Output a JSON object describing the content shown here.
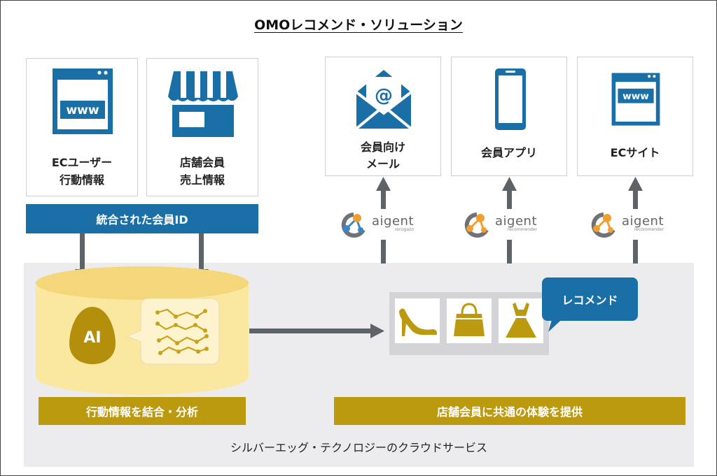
{
  "title": "OMOレコメンド・ソリューション",
  "sources": [
    {
      "line1": "ECユーザー",
      "line2": "行動情報",
      "icon": "www-browser-icon"
    },
    {
      "line1": "店舗会員",
      "line2": "売上情報",
      "icon": "storefront-icon"
    }
  ],
  "channels": [
    {
      "line1": "会員向け",
      "line2": "メール",
      "icon": "email-icon",
      "brand": "aigent",
      "brand_sub": "recogazo"
    },
    {
      "line1": "会員アプリ",
      "line2": "",
      "icon": "smartphone-icon",
      "brand": "aigent",
      "brand_sub": "recommender"
    },
    {
      "line1": "ECサイト",
      "line2": "",
      "icon": "www-browser-icon",
      "brand": "aigent",
      "brand_sub": "recommender"
    }
  ],
  "integrated_id": "統合された会員ID",
  "ai_label": "AI",
  "analysis_label": "行動情報を結合・分析",
  "experience_label": "店舗会員に共通の体験を提供",
  "recommend_label": "レコメンド",
  "cloud_label": "シルバーエッグ・テクノロジーのクラウドサービス",
  "products": [
    "high-heel-icon",
    "handbag-icon",
    "dress-icon"
  ],
  "colors": {
    "blue": "#1a6fa6",
    "gold": "#bb9a10",
    "db": "#fbe8a0",
    "arrow": "#5e6367",
    "orange": "#f0a030"
  }
}
